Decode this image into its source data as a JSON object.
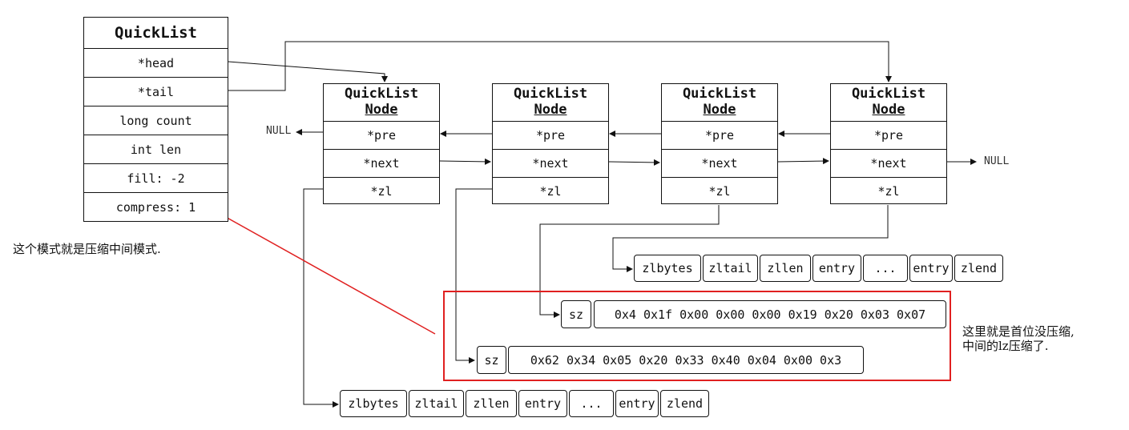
{
  "quicklist": {
    "title": "QuickList",
    "fields": [
      "*head",
      "*tail",
      "long count",
      "int len",
      "fill: -2",
      "compress: 1"
    ]
  },
  "nodes": [
    {
      "title_top": "QuickList",
      "title_bottom": "Node",
      "fields": [
        "*pre",
        "*next",
        "*zl"
      ]
    },
    {
      "title_top": "QuickList",
      "title_bottom": "Node",
      "fields": [
        "*pre",
        "*next",
        "*zl"
      ]
    },
    {
      "title_top": "QuickList",
      "title_bottom": "Node",
      "fields": [
        "*pre",
        "*next",
        "*zl"
      ]
    },
    {
      "title_top": "QuickList",
      "title_bottom": "Node",
      "fields": [
        "*pre",
        "*next",
        "*zl"
      ]
    }
  ],
  "null_left": "NULL",
  "null_right": "NULL",
  "ziplist_top": [
    "zlbytes",
    "zltail",
    "zllen",
    "entry",
    "...",
    "entry",
    "zlend"
  ],
  "ziplist_bottom": [
    "zlbytes",
    "zltail",
    "zllen",
    "entry",
    "...",
    "entry",
    "zlend"
  ],
  "compressed_1": {
    "sz": "sz",
    "bytes": "0x4 0x1f 0x00 0x00 0x00 0x19 0x20 0x03 0x07"
  },
  "compressed_2": {
    "sz": "sz",
    "bytes": "0x62 0x34 0x05 0x20 0x33 0x40 0x04 0x00 0x3"
  },
  "annotations": {
    "left_note": "这个模式就是压缩中间模式.",
    "right_note_line1": "这里就是首位没压缩,",
    "right_note_line2": "中间的lz压缩了."
  },
  "colors": {
    "line": "#111111",
    "highlight": "#e02020"
  }
}
